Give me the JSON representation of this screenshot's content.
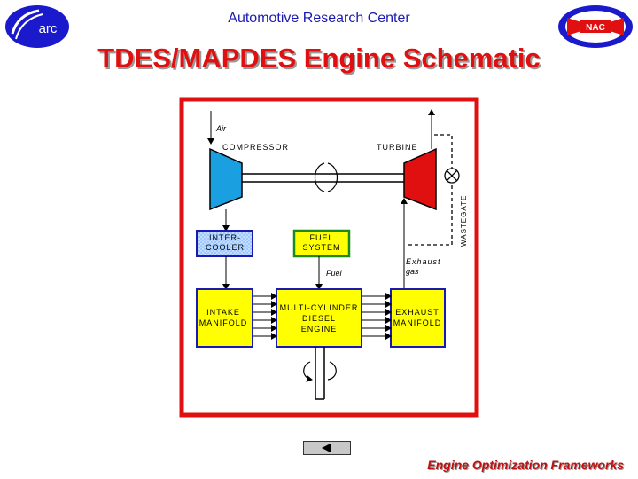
{
  "header": {
    "logo_left_text": "arc",
    "logo_right_text": "NAC",
    "center_name": "Automotive Research Center",
    "title": "TDES/MAPDES Engine Schematic"
  },
  "diagram": {
    "air_label": "Air",
    "compressor_label": "COMPRESSOR",
    "turbine_label": "TURBINE",
    "wastegate_label": "WASTEGATE",
    "intercooler_line1": "INTER-",
    "intercooler_line2": "COOLER",
    "fuel_system_line1": "FUEL",
    "fuel_system_line2": "SYSTEM",
    "fuel_label": "Fuel",
    "exhaust_line1": "Exhaust",
    "exhaust_line2": "gas",
    "intake_line1": "INTAKE",
    "intake_line2": "MANIFOLD",
    "engine_line1": "MULTI-CYLINDER",
    "engine_line2": "DIESEL",
    "engine_line3": "ENGINE",
    "exhaust_manifold_line1": "EXHAUST",
    "exhaust_manifold_line2": "MANIFOLD",
    "colors": {
      "frame": "#e01010",
      "compressor": "#1aa0e0",
      "turbine": "#e01010",
      "blocks": "#ffff00",
      "block_border": "#1a1ab0",
      "fuel_border": "#1a8a1a"
    }
  },
  "footer": {
    "text": "Engine Optimization Frameworks"
  }
}
